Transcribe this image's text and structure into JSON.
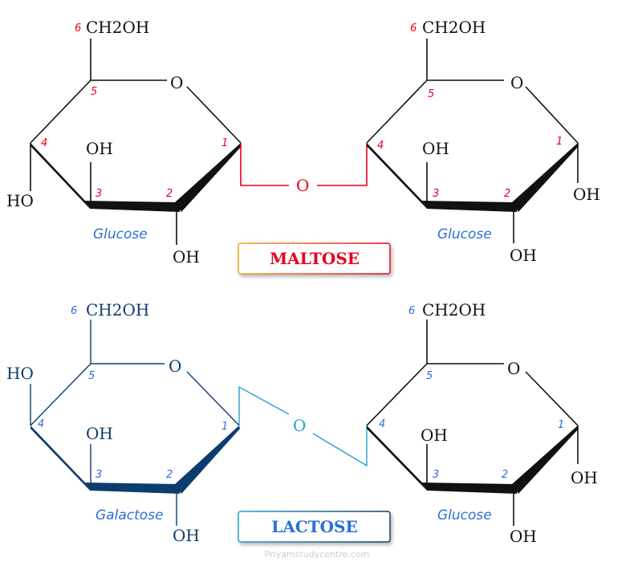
{
  "colors": {
    "black": "#111111",
    "red": "#e8001c",
    "blue": "#2a6fd6",
    "navy": "#0d3d6e",
    "cyan": "#2a9fd0",
    "box_shadow": "#999999"
  },
  "maltose": {
    "label": "MALTOSE",
    "linkage_o": "O",
    "left": {
      "ch2oh": "CH2OH",
      "ring_o": "O",
      "oh4": "HO",
      "oh3": "OH",
      "oh2": "OH",
      "sugar": "Glucose",
      "n1": "1",
      "n2": "2",
      "n3": "3",
      "n4": "4",
      "n5": "5",
      "n6": "6"
    },
    "right": {
      "ch2oh": "CH2OH",
      "ring_o": "O",
      "oh3": "OH",
      "oh1": "OH",
      "oh2": "OH",
      "sugar": "Glucose",
      "n1": "1",
      "n2": "2",
      "n3": "3",
      "n4": "4",
      "n5": "5",
      "n6": "6"
    }
  },
  "lactose": {
    "label": "LACTOSE",
    "linkage_o": "O",
    "left": {
      "ch2oh": "CH2OH",
      "ring_o": "O",
      "oh4": "HO",
      "oh3": "OH",
      "oh2": "OH",
      "sugar": "Galactose",
      "n1": "1",
      "n2": "2",
      "n3": "3",
      "n4": "4",
      "n5": "5",
      "n6": "6"
    },
    "right": {
      "ch2oh": "CH2OH",
      "ring_o": "O",
      "oh3": "OH",
      "oh1": "OH",
      "oh2": "OH",
      "sugar": "Glucose",
      "n1": "1",
      "n2": "2",
      "n3": "3",
      "n4": "4",
      "n5": "5",
      "n6": "6"
    }
  },
  "watermark": "Priyamstudycentre.com"
}
